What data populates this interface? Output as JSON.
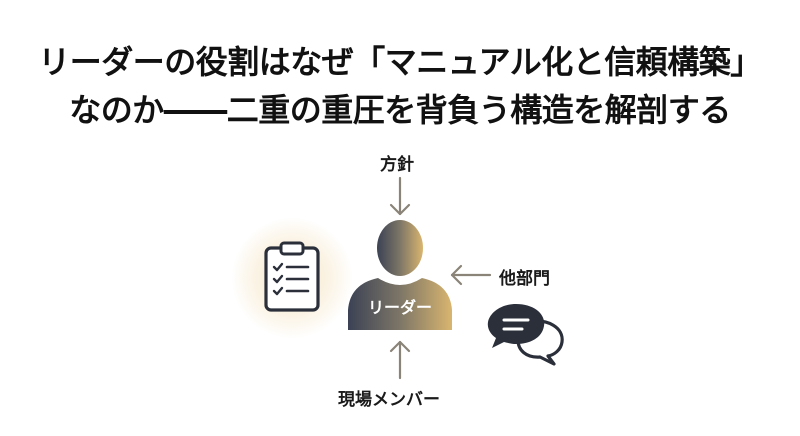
{
  "title": {
    "line1": "リーダーの役割はなぜ「マニュアル化と信頼構築」",
    "line2": "なのか――二重の重圧を背負う構造を解剖する"
  },
  "diagram": {
    "center_label": "リーダー",
    "top_label": "方針",
    "right_label": "他部門",
    "bottom_label": "現場メンバー",
    "icons": [
      "clipboard-checklist-icon",
      "person-icon",
      "chat-bubbles-icon",
      "arrow-down-icon",
      "arrow-left-icon",
      "arrow-up-icon"
    ]
  },
  "colors": {
    "person_gradient_start": "#3b4254",
    "person_gradient_end": "#d9b56f",
    "arrow": "#8a8378",
    "icon_dark": "#2a2f3a",
    "glow": "#e8c073"
  }
}
